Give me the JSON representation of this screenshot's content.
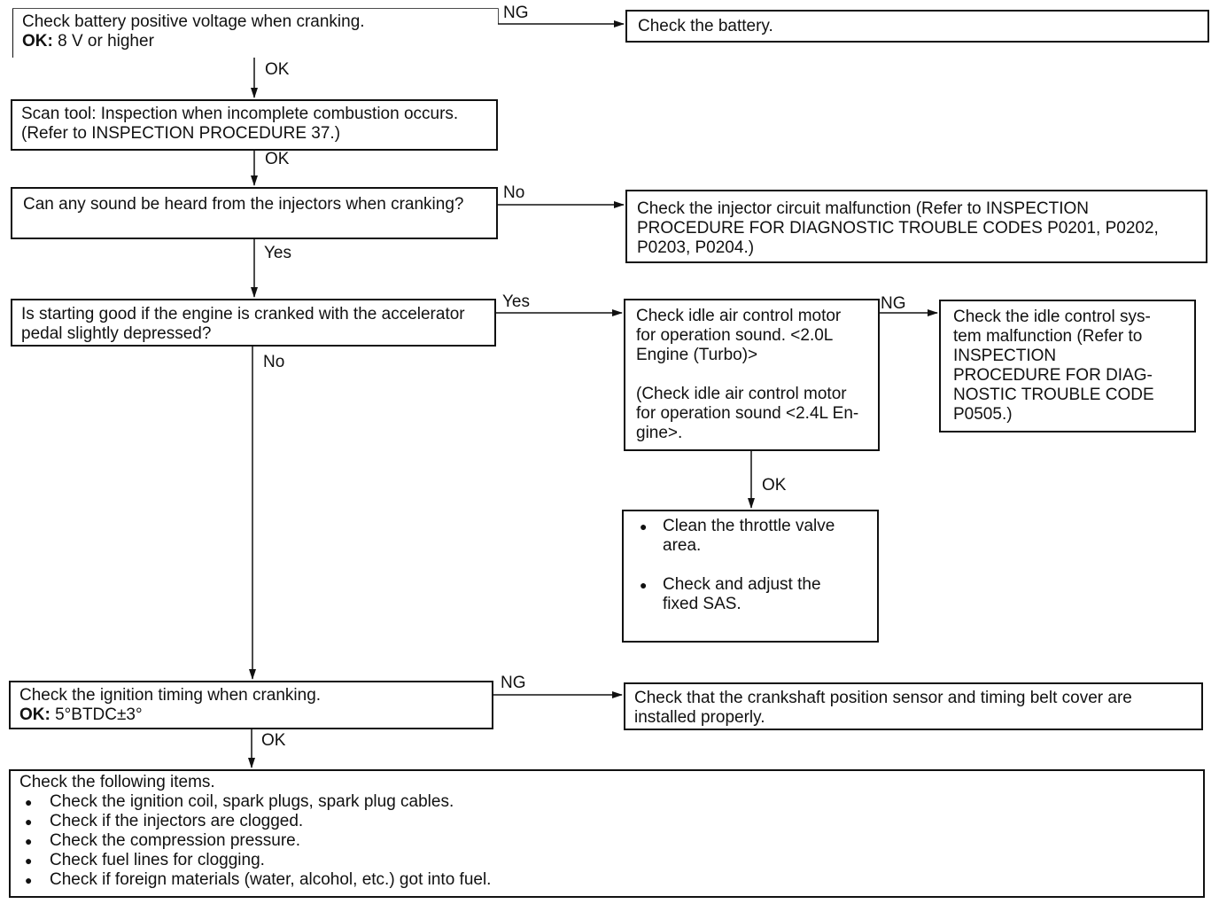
{
  "boxes": {
    "battery_check": {
      "line1": "Check battery positive voltage when cranking.",
      "ok_label": "OK:",
      "ok_value": " 8 V or higher"
    },
    "battery": {
      "line1": "Check the battery."
    },
    "scan_tool": {
      "line1": "Scan tool: Inspection when incomplete combustion occurs.",
      "line2": "(Refer to INSPECTION PROCEDURE 37.)"
    },
    "injector_sound": {
      "line1": "Can any sound be heard from the injectors when cranking?"
    },
    "injector_circuit": {
      "line1": "Check the injector circuit malfunction (Refer to INSPECTION",
      "line2": "PROCEDURE FOR DIAGNOSTIC TROUBLE CODES P0201, P0202,",
      "line3": "P0203, P0204.)"
    },
    "starting_good": {
      "line1": "Is starting good if the engine is cranked with the accelerator",
      "line2": "pedal slightly depressed?"
    },
    "idle_air": {
      "line1": "Check idle air control motor",
      "line2": "for operation sound. <2.0L",
      "line3": "Engine (Turbo)>",
      "line4": "(Check idle air control motor",
      "line5": "for operation sound <2.4L En-",
      "line6": "gine>."
    },
    "idle_control": {
      "line1": "Check the idle control sys-",
      "line2": "tem malfunction (Refer to",
      "line3": "INSPECTION",
      "line4": "PROCEDURE FOR DIAG-",
      "line5": "NOSTIC TROUBLE CODE",
      "line6": "P0505.)"
    },
    "throttle": {
      "item1_line1": "Clean the throttle valve",
      "item1_line2": "area.",
      "item2_line1": "Check and adjust the",
      "item2_line2": "fixed SAS."
    },
    "ignition_timing": {
      "line1": "Check the ignition timing when cranking.",
      "ok_label": "OK:",
      "ok_value": " 5°BTDC±3°"
    },
    "crankshaft": {
      "line1": "Check that the crankshaft position sensor and timing belt cover are",
      "line2": "installed properly."
    },
    "following": {
      "title": "Check the following items.",
      "items": [
        "Check the ignition coil, spark plugs, spark plug cables.",
        "Check if the injectors are clogged.",
        "Check the compression pressure.",
        "Check fuel lines for clogging.",
        "Check if foreign materials (water, alcohol, etc.) got into fuel."
      ]
    }
  },
  "labels": {
    "ng1": "NG",
    "ok1": "OK",
    "ok2": "OK",
    "no1": "No",
    "yes1": "Yes",
    "yes2": "Yes",
    "no2": "No",
    "ng2": "NG",
    "ok3": "OK",
    "ng3": "NG",
    "ok4": "OK"
  }
}
